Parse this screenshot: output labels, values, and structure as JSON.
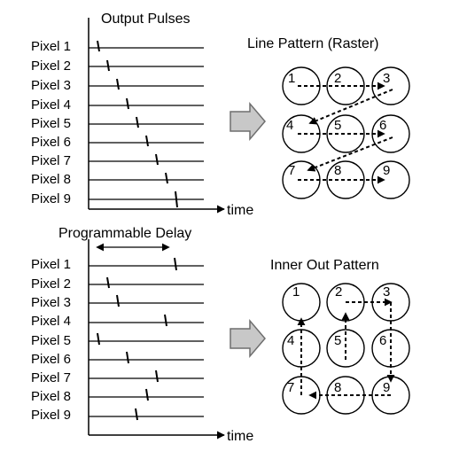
{
  "top_timing": {
    "title": "Output Pulses",
    "axis_label": "time",
    "rows": [
      "Pixel 1",
      "Pixel 2",
      "Pixel 3",
      "Pixel 4",
      "Pixel 5",
      "Pixel 6",
      "Pixel 7",
      "Pixel 8",
      "Pixel 9"
    ]
  },
  "bottom_timing": {
    "title": "Programmable Delay",
    "axis_label": "time",
    "rows": [
      "Pixel 1",
      "Pixel 2",
      "Pixel 3",
      "Pixel 4",
      "Pixel 5",
      "Pixel 6",
      "Pixel 7",
      "Pixel 8",
      "Pixel 9"
    ]
  },
  "top_pattern": {
    "title": "Line Pattern (Raster)",
    "numbers": [
      "1",
      "2",
      "3",
      "4",
      "5",
      "6",
      "7",
      "8",
      "9"
    ]
  },
  "bottom_pattern": {
    "title": "Inner Out Pattern",
    "numbers": [
      "1",
      "2",
      "3",
      "4",
      "5",
      "6",
      "7",
      "8",
      "9"
    ]
  },
  "colors": {
    "ink": "#000000",
    "arrow_fill": "#c8c8c8",
    "arrow_stroke": "#6e6e6e"
  }
}
